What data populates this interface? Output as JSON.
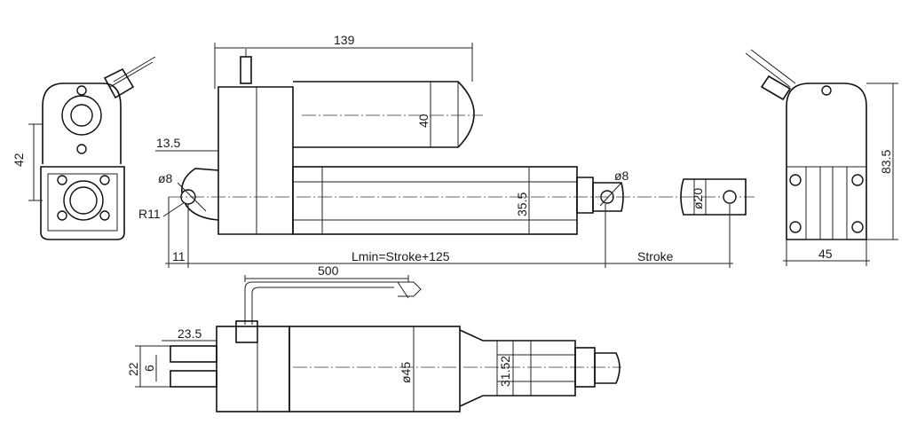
{
  "dimensions": {
    "total_length": "139",
    "motor_height": "40",
    "left_offset": "13.5",
    "rear_hole_dia": "ø8",
    "rear_radius": "R11",
    "tube_height": "35.5",
    "front_hole_dia": "ø8",
    "rod_end_dia": "ø20",
    "rear_edge": "11",
    "retracted_length": "Lmin=Stroke+125",
    "stroke": "Stroke",
    "end_view_height": "42",
    "right_view_height": "83.5",
    "right_view_width": "45",
    "cable_length": "500",
    "plug_offset": "23.5",
    "tab_width": "22",
    "tab_thickness": "6",
    "body_dia": "ø45",
    "tube_width": "31.52"
  },
  "colors": {
    "line": "#111111",
    "background": "#ffffff"
  }
}
